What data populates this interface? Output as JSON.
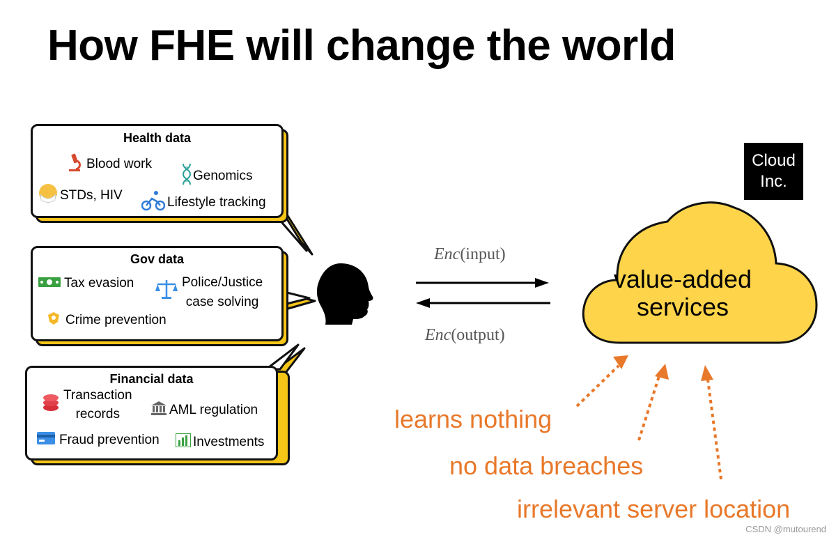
{
  "title": "How FHE will change the world",
  "health": {
    "title": "Health data",
    "items": [
      "Blood work",
      "Genomics",
      "STDs, HIV",
      "Lifestyle tracking"
    ]
  },
  "gov": {
    "title": "Gov data",
    "items": [
      "Tax evasion",
      "Police/Justice",
      "case solving",
      "Crime prevention"
    ]
  },
  "financial": {
    "title": "Financial data",
    "items": [
      "Transaction",
      "records",
      "AML regulation",
      "Fraud prevention",
      "Investments"
    ]
  },
  "arrows": {
    "enc_func": "Enc",
    "input": "(input)",
    "output": "(output)"
  },
  "cloud": {
    "line1": "value-added",
    "line2": "services",
    "badge1": "Cloud",
    "badge2": "Inc."
  },
  "benefits": [
    "learns nothing",
    "no data breaches",
    "irrelevant server location"
  ],
  "watermark": "CSDN @mutourend",
  "colors": {
    "cloud_fill": "#fdd44a",
    "accent_orange": "#e8782a",
    "bubble_shadow": "#f5c518"
  },
  "icons": [
    "microscope-icon",
    "dna-icon",
    "mask-icon",
    "cyclist-icon",
    "money-icon",
    "scales-icon",
    "badge-icon",
    "coins-icon",
    "bank-icon",
    "credit-card-icon",
    "bar-chart-icon",
    "head-silhouette-icon"
  ]
}
